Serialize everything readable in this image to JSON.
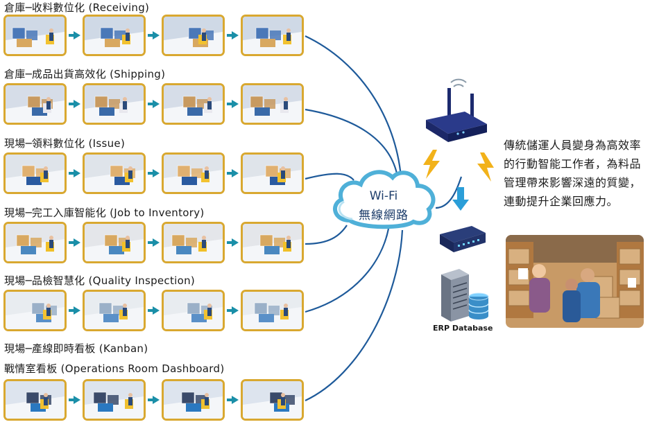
{
  "rows": [
    {
      "label": "倉庫─收料數位化 (Receiving)"
    },
    {
      "label": "倉庫─成品出貨高效化 (Shipping)"
    },
    {
      "label": "現場─領料數位化 (Issue)"
    },
    {
      "label": "現場─完工入庫智能化 (Job to Inventory)"
    },
    {
      "label": "現場─品檢智慧化 (Quality Inspection)"
    },
    {
      "label": "現場─產線即時看板 (Kanban)",
      "label2": "戰情室看板 (Operations Room Dashboard)"
    }
  ],
  "cloud": {
    "line1": "Wi-Fi",
    "line2": "無線網路"
  },
  "erp": {
    "label": "ERP Database"
  },
  "side_text": "傳統儲運人員變身為高效率的行動智能工作者，為料品管理帶來影響深遠的質變，連動提升企業回應力。",
  "colors": {
    "thumb_border": "#d9a830",
    "connector": "#1e5a9a",
    "cloud_edge": "#4fb0d8",
    "arrow": "#1a8fa8"
  },
  "icons": [
    "wifi-router-icon",
    "lightning-icon",
    "down-arrow-icon",
    "network-switch-icon",
    "server-icon",
    "database-icon",
    "cloud-icon"
  ]
}
